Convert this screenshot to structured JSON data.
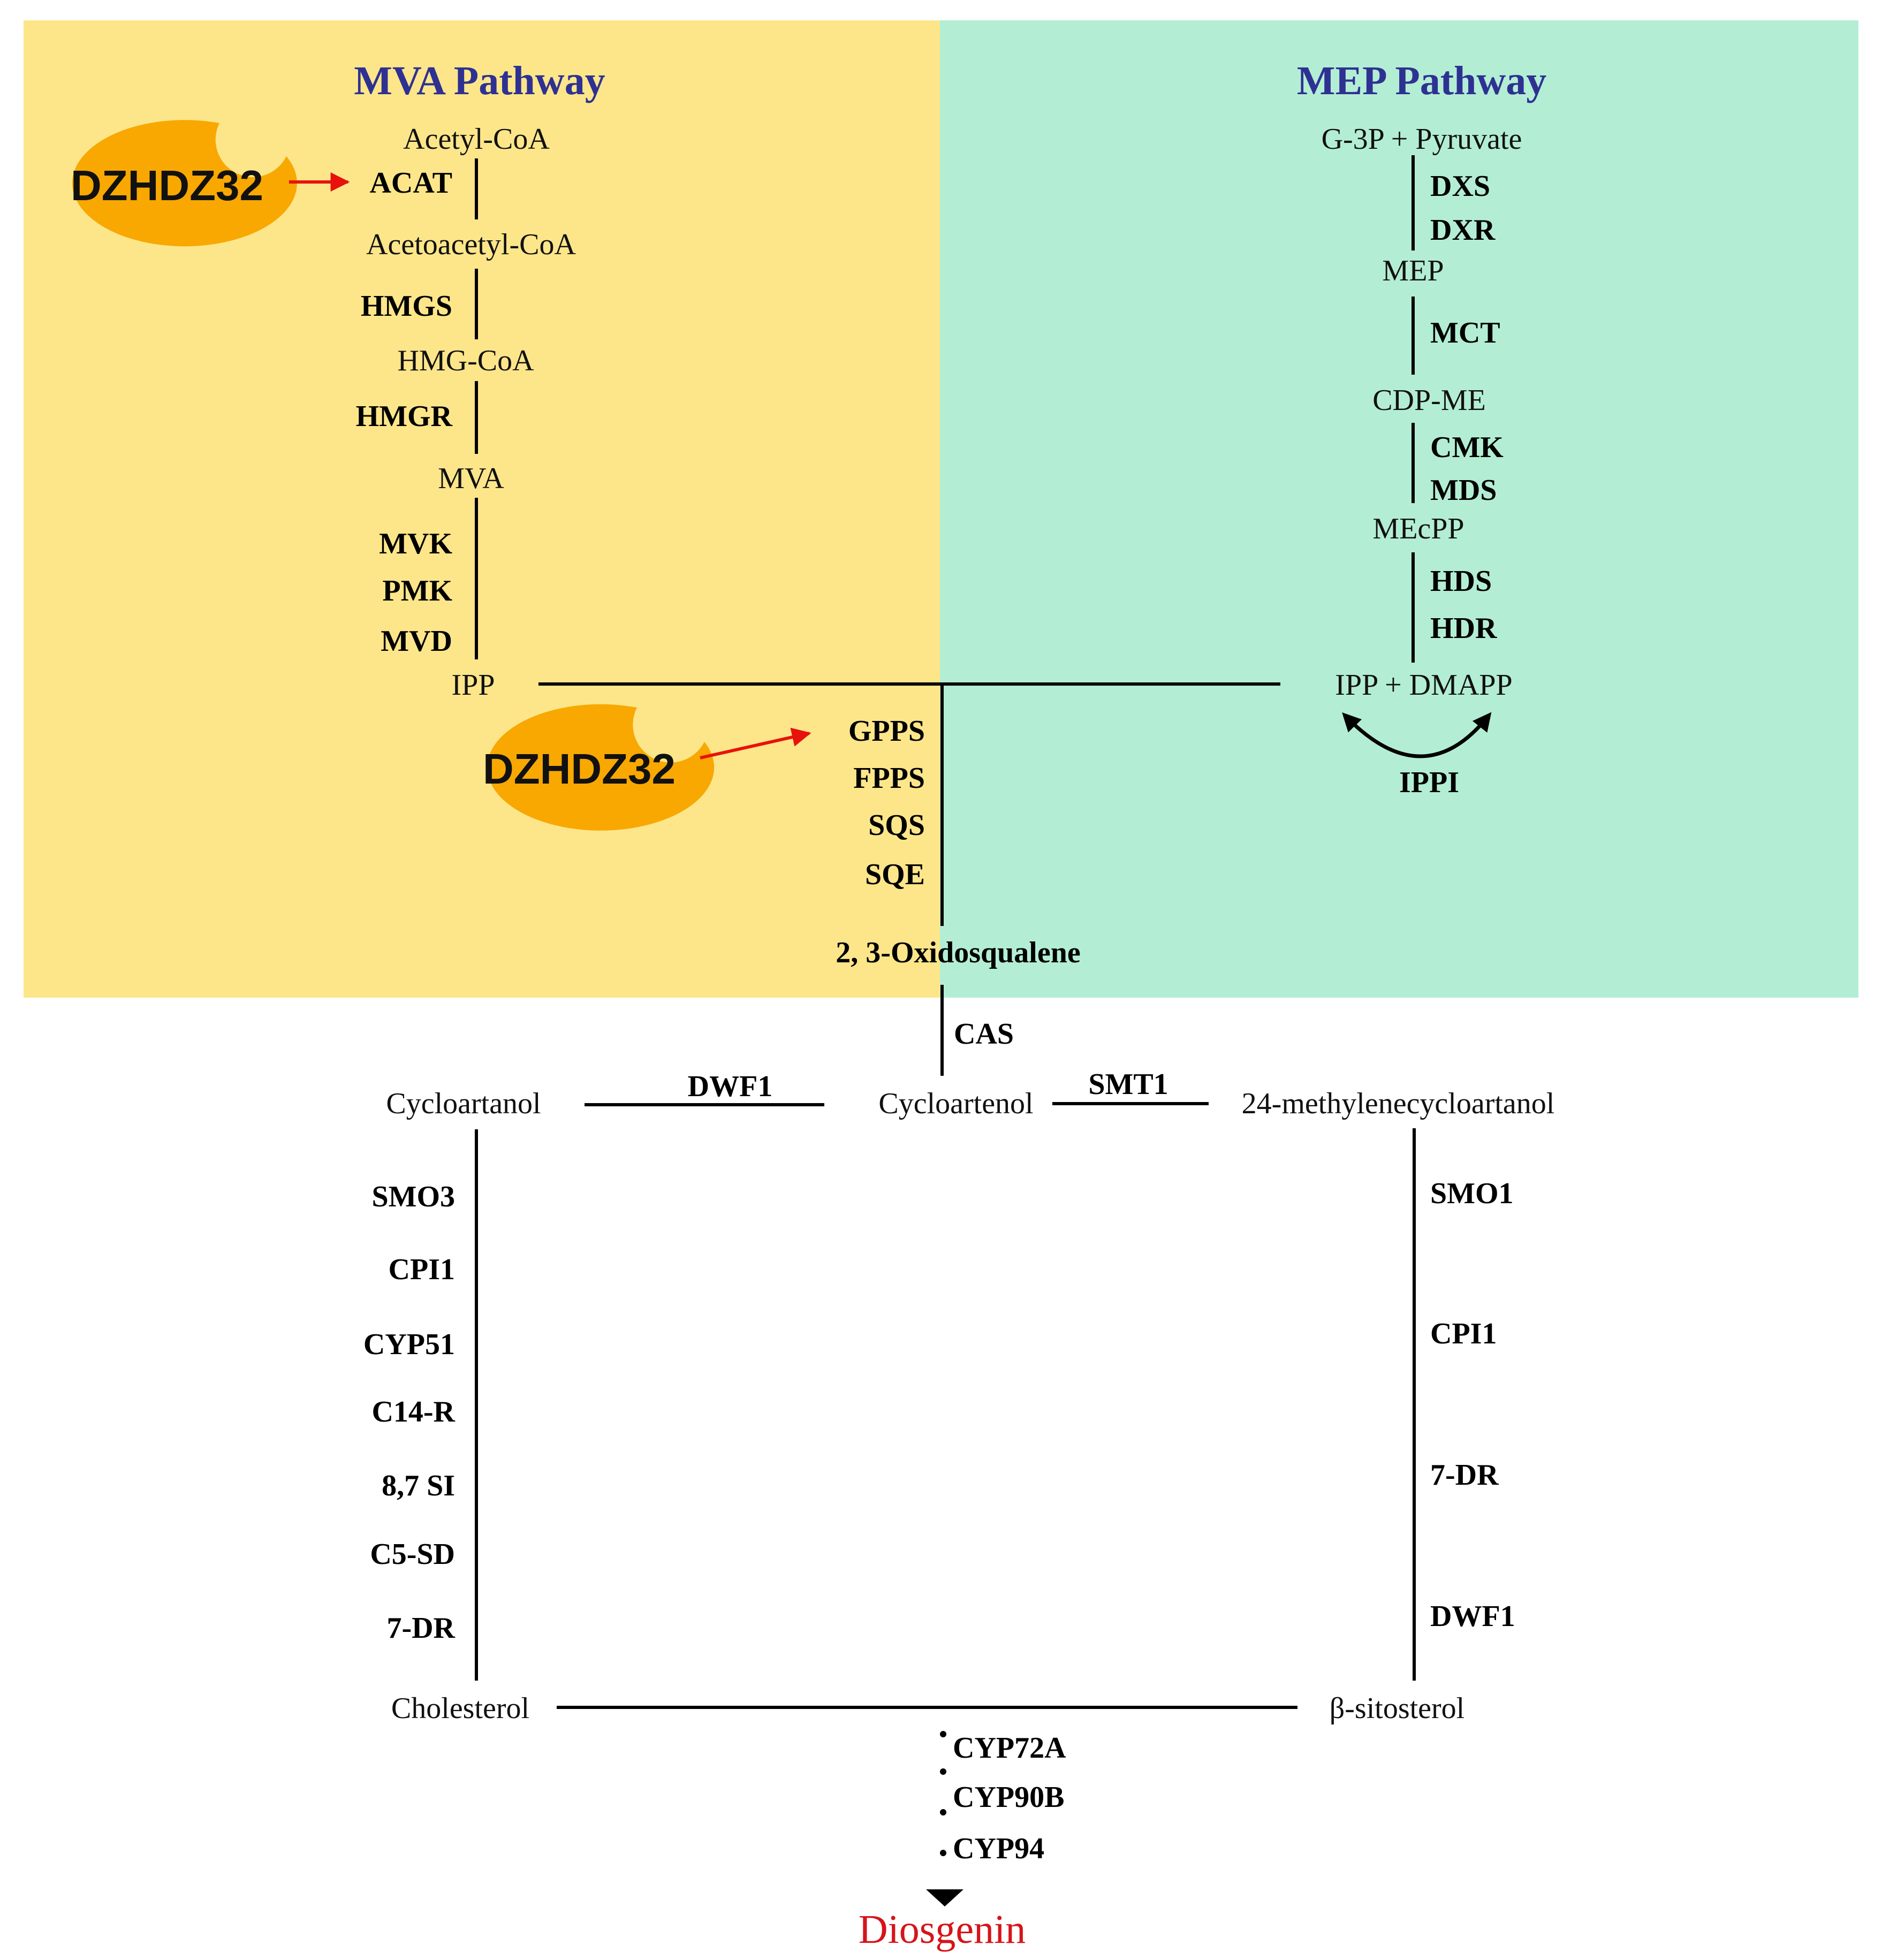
{
  "colors": {
    "mva_bg": "#fde68a",
    "mep_bg": "#b3eed4",
    "title": "#2e3192",
    "bacterium": "#f8a800",
    "highlight_arrow": "#e8120c",
    "product": "#d6141a"
  },
  "mva": {
    "title": "MVA Pathway",
    "metabolites": [
      "Acetyl-CoA",
      "Acetoacetyl-CoA",
      "HMG-CoA",
      "MVA",
      "IPP"
    ],
    "enzymes": [
      "ACAT",
      "HMGS",
      "HMGR",
      "MVK",
      "PMK",
      "MVD"
    ]
  },
  "mep": {
    "title": "MEP Pathway",
    "metabolites": [
      "G-3P + Pyruvate",
      "MEP",
      "CDP-ME",
      "MEcPP",
      "IPP + DMAPP"
    ],
    "enzymes": [
      "DXS",
      "DXR",
      "MCT",
      "CMK",
      "MDS",
      "HDS",
      "HDR"
    ],
    "isomerase": "IPPI"
  },
  "bacterium": {
    "name_top": "DZHDZ32",
    "name_mid": "DZHDZ32"
  },
  "core": {
    "enzymes": [
      "GPPS",
      "FPPS",
      "SQS",
      "SQE"
    ],
    "oxidosqualene": "2, 3-Oxidosqualene",
    "cas": "CAS"
  },
  "sterol": {
    "cycloartanol": "Cycloartanol",
    "cycloartenol": "Cycloartenol",
    "methylene": "24-methylenecycloartanol",
    "dwf1_top": "DWF1",
    "smt1": "SMT1",
    "left_enzymes": [
      "SMO3",
      "CPI1",
      "CYP51",
      "C14-R",
      "8,7 SI",
      "C5-SD",
      "7-DR"
    ],
    "right_enzymes": [
      "SMO1",
      "CPI1",
      "7-DR",
      "DWF1"
    ],
    "cholesterol": "Cholesterol",
    "sitosterol": "β-sitosterol"
  },
  "downstream": {
    "enzymes": [
      "CYP72A",
      "CYP90B",
      "CYP94"
    ],
    "product": "Diosgenin"
  }
}
